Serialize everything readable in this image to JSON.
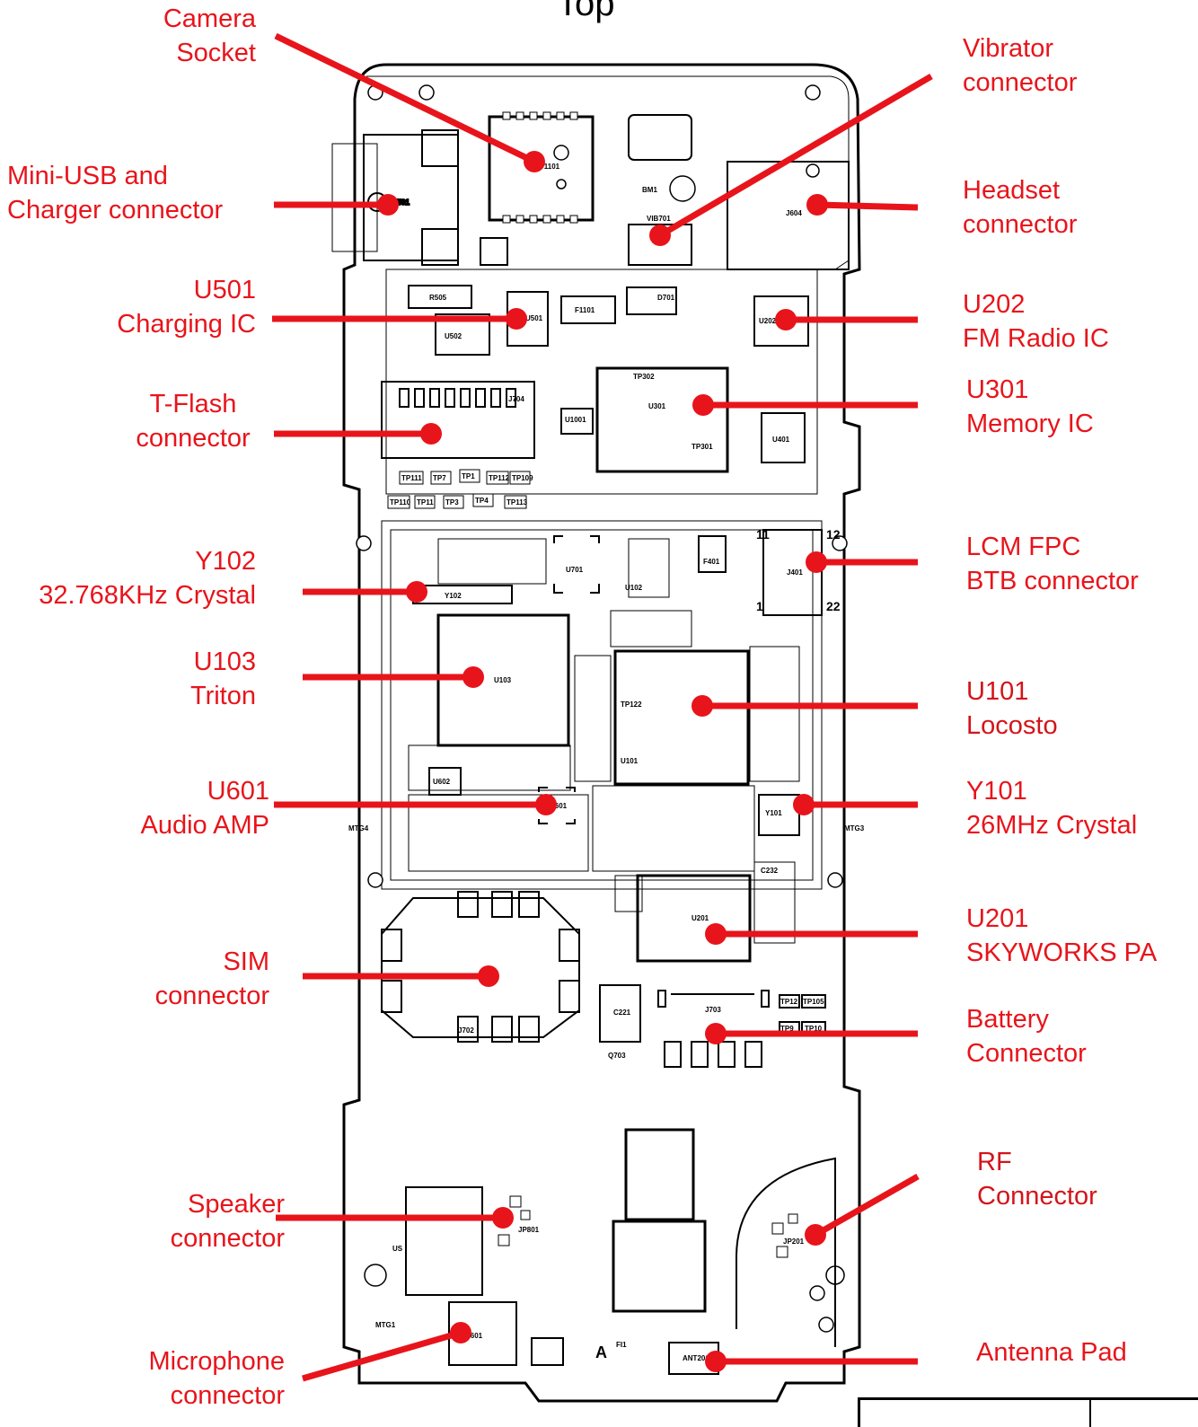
{
  "title": "Top",
  "labels": {
    "camera": [
      "Camera",
      "Socket"
    ],
    "vibrator": [
      "Vibrator",
      "connector"
    ],
    "usb": [
      "Mini-USB and",
      "Charger connector"
    ],
    "headset": [
      "Headset",
      "connector"
    ],
    "u501": [
      "U501",
      "Charging IC"
    ],
    "u202": [
      "U202",
      "FM Radio IC"
    ],
    "tflash": [
      "T-Flash",
      "connector"
    ],
    "u301": [
      "U301",
      "Memory IC"
    ],
    "lcm": [
      "LCM FPC",
      "BTB connector"
    ],
    "y102": [
      "Y102",
      "32.768KHz Crystal"
    ],
    "u103": [
      "U103",
      "Triton"
    ],
    "u101": [
      "U101",
      "Locosto"
    ],
    "u601": [
      "U601",
      "Audio AMP"
    ],
    "y101": [
      "Y101",
      "26MHz Crystal"
    ],
    "u201": [
      "U201",
      "SKYWORKS PA"
    ],
    "sim": [
      "SIM",
      "connector"
    ],
    "battery": [
      "Battery",
      "Connector"
    ],
    "speaker": [
      "Speaker",
      "connector"
    ],
    "rf": [
      "RF",
      "Connector"
    ],
    "mic": [
      "Microphone",
      "connector"
    ],
    "antenna": [
      "Antenna Pad"
    ]
  },
  "pcb": {
    "u1101": "U1101",
    "j501": "J501",
    "j604": "J604",
    "vib701": "VIB701",
    "bm1": "BM1",
    "u501": "U501",
    "u502": "U502",
    "r505": "R505",
    "f1101": "F1101",
    "d701": "D701",
    "u202": "U202",
    "u301": "U301",
    "tp302": "TP302",
    "tp301": "TP301",
    "u401": "U401",
    "u1001": "U1001",
    "j704": "J704",
    "j401": "J401",
    "u701": "U701",
    "u102": "U102",
    "f401": "F401",
    "y102": "Y102",
    "u103": "U103",
    "u101": "U101",
    "tp122": "TP122",
    "u601": "U601",
    "u602": "U602",
    "y101": "Y101",
    "u201": "U201",
    "j702": "J702",
    "j703": "J703",
    "c221": "C221",
    "q703": "Q703",
    "c232": "C232",
    "jp801": "JP801",
    "jp201": "JP201",
    "u601b": "U601",
    "ant201": "ANT201",
    "mtg1": "MTG1",
    "mtg3": "MTG3",
    "mtg4": "MTG4",
    "fi1": "FI1",
    "a": "A",
    "us": "US",
    "tp_row1": [
      "TP111",
      "TP7",
      "TP1",
      "TP112",
      "TP109"
    ],
    "tp_row2": [
      "TP110",
      "TP11",
      "TP3",
      "TP4",
      "TP113"
    ],
    "fpc_num_top": "11",
    "fpc_num_top2": "12",
    "fpc_num_bot": "1",
    "fpc_num_bot2": "22",
    "tp12": "TP12",
    "tp105": "TP105",
    "tp9": "TP9",
    "tp10": "TP10"
  }
}
